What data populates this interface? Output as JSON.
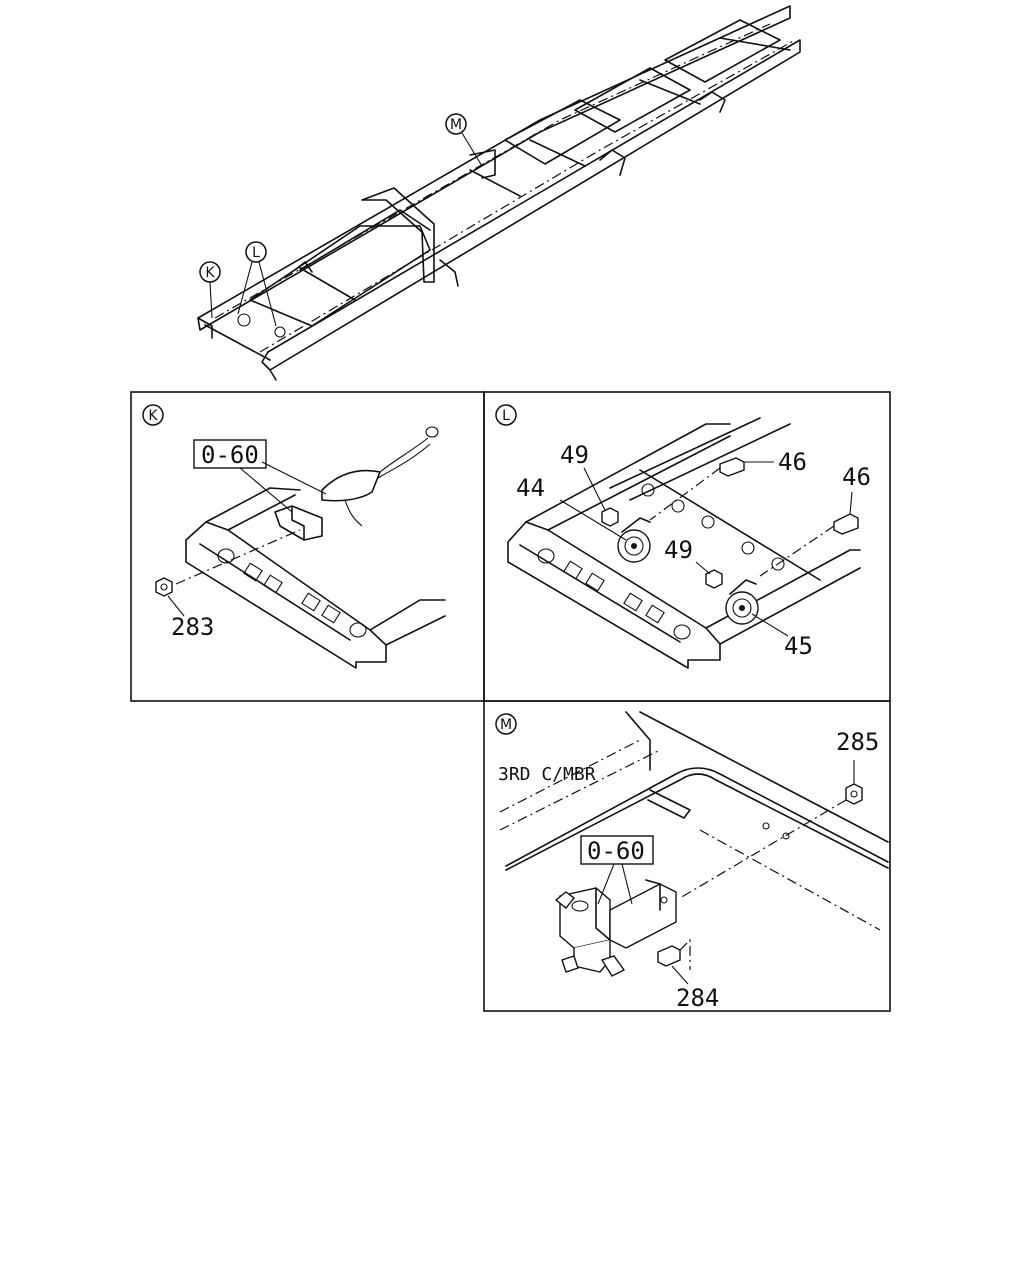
{
  "callouts": {
    "main_k": "K",
    "main_l": "L",
    "main_m": "M"
  },
  "panels": {
    "k": {
      "letter": "K",
      "group_code": "0-60",
      "parts": [
        "283"
      ]
    },
    "l": {
      "letter": "L",
      "parts": [
        "49",
        "44",
        "46",
        "46",
        "49",
        "45"
      ]
    },
    "m": {
      "letter": "M",
      "note": "3RD C/MBR",
      "group_code": "0-60",
      "parts": [
        "285",
        "284"
      ]
    }
  }
}
